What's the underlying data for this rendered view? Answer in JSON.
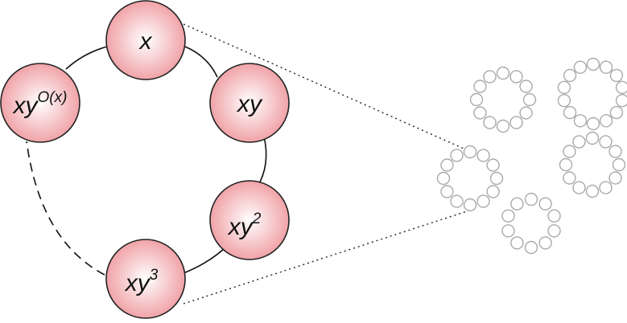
{
  "colors": {
    "node_fill_center": "#ffffff",
    "node_fill_edge": "#f0a3a8",
    "node_stroke": "#222222",
    "cycle_line": "#111111",
    "small_circle_stroke": "#aaaaaa",
    "small_circle_fill": "#ffffff"
  },
  "cycle": {
    "nodes": [
      {
        "id": "x",
        "base": "x",
        "sup": ""
      },
      {
        "id": "xy",
        "base": "xy",
        "sup": ""
      },
      {
        "id": "xy2",
        "base": "xy",
        "sup": "2"
      },
      {
        "id": "xy3",
        "base": "xy",
        "sup": "3"
      },
      {
        "id": "xyOx",
        "base": "xy",
        "sup": "O(x)"
      }
    ],
    "dashed_segment": "between xy3 and xyOx"
  },
  "other_cycles": {
    "count": 5,
    "beads_per_cycle": [
      12,
      14,
      12,
      12,
      10
    ]
  }
}
